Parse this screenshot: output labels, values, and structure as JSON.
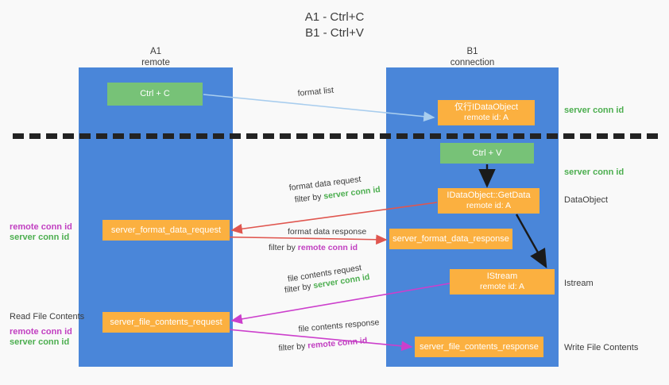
{
  "title": {
    "line1": "A1 - Ctrl+C",
    "line2": "B1 - Ctrl+V"
  },
  "lanes": [
    {
      "id": "a1",
      "name": "A1",
      "sub": "remote"
    },
    {
      "id": "b1",
      "name": "B1",
      "sub": "connection"
    }
  ],
  "boxes": {
    "ctrl_c": {
      "label": "Ctrl + C"
    },
    "ctrl_v": {
      "label": "Ctrl + V"
    },
    "ole_dataobject": {
      "line1": "仅行IDataObject",
      "line2": "remote id: A"
    },
    "getdata": {
      "line1": "IDataObject::GetData",
      "line2": "remote id: A"
    },
    "istream": {
      "line1": "IStream",
      "line2": "remote id: A"
    },
    "format_data_request": {
      "label": "server_format_data_request"
    },
    "format_data_response": {
      "label": "server_format_data_response"
    },
    "file_contents_request": {
      "label": "server_file_contents_request"
    },
    "file_contents_response": {
      "label": "server_file_contents_response"
    }
  },
  "right_labels": {
    "server_conn_id_top": "server conn id",
    "server_conn_id_mid": "server conn id",
    "dataobject": "DataObject",
    "istream": "Istream",
    "write_file_contents": "Write File Contents"
  },
  "left_labels": {
    "format_remote": "remote conn id",
    "format_server": "server conn id",
    "read_file_contents": "Read File Contents",
    "file_remote": "remote conn id",
    "file_server": "server conn id"
  },
  "mid_labels": {
    "format_list": "format list",
    "format_data_request": "format data request",
    "format_data_request_filter_pre": "filter by ",
    "format_data_request_filter_key": "server conn id",
    "format_data_response": "format data response",
    "format_data_response_filter_pre": "filter by ",
    "format_data_response_filter_key": "remote conn id",
    "file_contents_request": "file contents request",
    "file_contents_request_filter_pre": "filter by ",
    "file_contents_request_filter_key": "server conn id",
    "file_contents_response": "file contents response",
    "file_contents_response_filter_pre": "filter by ",
    "file_contents_response_filter_key": "remote conn id"
  },
  "colors": {
    "lane": "#4a86d9",
    "green_box": "#76c477",
    "orange_box": "#fbb040",
    "green_text": "#4cae4f",
    "purple_text": "#c13fc1",
    "arrow_light_blue": "#a8cdee",
    "arrow_red": "#e0564f",
    "arrow_magenta": "#cc3fcc",
    "arrow_black": "#1a1a1a",
    "background": "#f9f9f9"
  }
}
